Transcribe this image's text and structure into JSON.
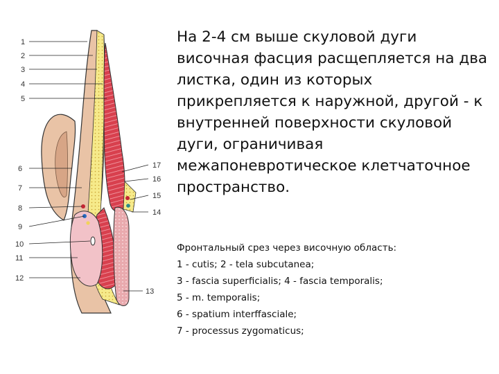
{
  "main_text": "На 2-4 см выше скуловой дуги височная фасция расщепляется на два листка, один из которых прикрепляется к наружной, другой - к внутренней поверхности скуловой дуги, ограничивая межапоневротическое клетчаточное пространство.",
  "caption": {
    "title": "Фронтальный срез через височную область:",
    "lines": [
      "1 - cutis; 2 - tela subcutanea;",
      "3 - fascia superficialis; 4 - fascia temporalis;",
      "5 - m. temporalis;",
      "6 - spatium interffasciale;",
      "7 - processus zygomaticus;"
    ]
  },
  "figure_labels": {
    "n1": "1",
    "n2": "2",
    "n3": "3",
    "n4": "4",
    "n5": "5",
    "n6": "6",
    "n7": "7",
    "n8": "8",
    "n9": "9",
    "n10": "10",
    "n11": "11",
    "n12": "12",
    "n13": "13",
    "n14": "14",
    "n15": "15",
    "n16": "16",
    "n17": "17"
  },
  "colors": {
    "skin": "#e9c3a6",
    "fat_yellow": "#f6ea8a",
    "muscle_red": "#d8404e",
    "fascia_pink": "#f2c2c8",
    "bone": "#e6a0a4"
  }
}
